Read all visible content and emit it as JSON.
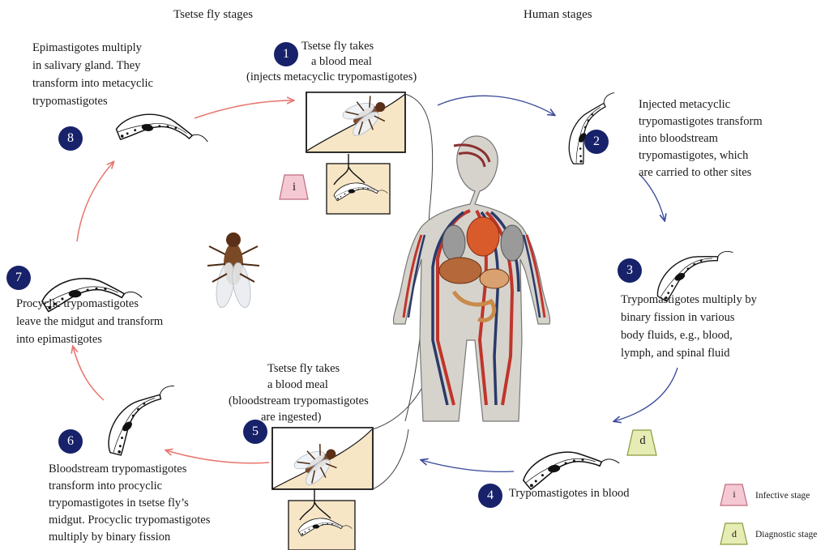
{
  "headers": {
    "tsetse": "Tsetse fly stages",
    "human": "Human stages"
  },
  "steps": [
    {
      "num": "1",
      "lines": [
        "Tsetse fly takes",
        "a blood meal",
        "(injects metacyclic trypomastigotes)"
      ]
    },
    {
      "num": "2",
      "lines": [
        "Injected metacyclic",
        "trypomastigotes transform",
        "into bloodstream",
        "trypomastigotes, which",
        "are carried to other sites"
      ]
    },
    {
      "num": "3",
      "lines": [
        "Trypomastigotes multiply by",
        "binary fission in various",
        "body fluids, e.g., blood,",
        "lymph, and spinal fluid"
      ]
    },
    {
      "num": "4",
      "lines": [
        "Trypomastigotes in blood"
      ]
    },
    {
      "num": "5",
      "lines": [
        "Tsetse fly takes",
        "a blood meal",
        "(bloodstream trypomastigotes",
        "are ingested)"
      ]
    },
    {
      "num": "6",
      "lines": [
        "Bloodstream trypomastigotes",
        "transform into procyclic",
        "trypomastigotes in tsetse fly’s",
        "midgut. Procyclic trypomastigotes",
        "multiply by binary fission"
      ]
    },
    {
      "num": "7",
      "lines": [
        "Procyclic trypomastigotes",
        "leave the midgut and transform",
        "into epimastigotes"
      ]
    },
    {
      "num": "8",
      "lines": [
        "Epimastigotes multiply",
        "in salivary gland. They",
        "transform into metacyclic",
        "trypomastigotes"
      ]
    }
  ],
  "markers": {
    "infective_letter": "i",
    "diagnostic_letter": "d"
  },
  "legend": {
    "infective_label": "Infective stage",
    "diagnostic_label": "Diagnostic stage",
    "infective_color": "#f4c9d3",
    "diagnostic_color": "#e6ecb4"
  },
  "colors": {
    "tsetse_arrow": "#e8756d",
    "human_arrow": "#3a4a9a",
    "badge": "#17226a",
    "skin_panel": "#f7e6c6"
  },
  "icons": [
    "tsetse-fly-icon",
    "parasite-icon",
    "human-body-icon",
    "trapezoid-marker-icon"
  ]
}
